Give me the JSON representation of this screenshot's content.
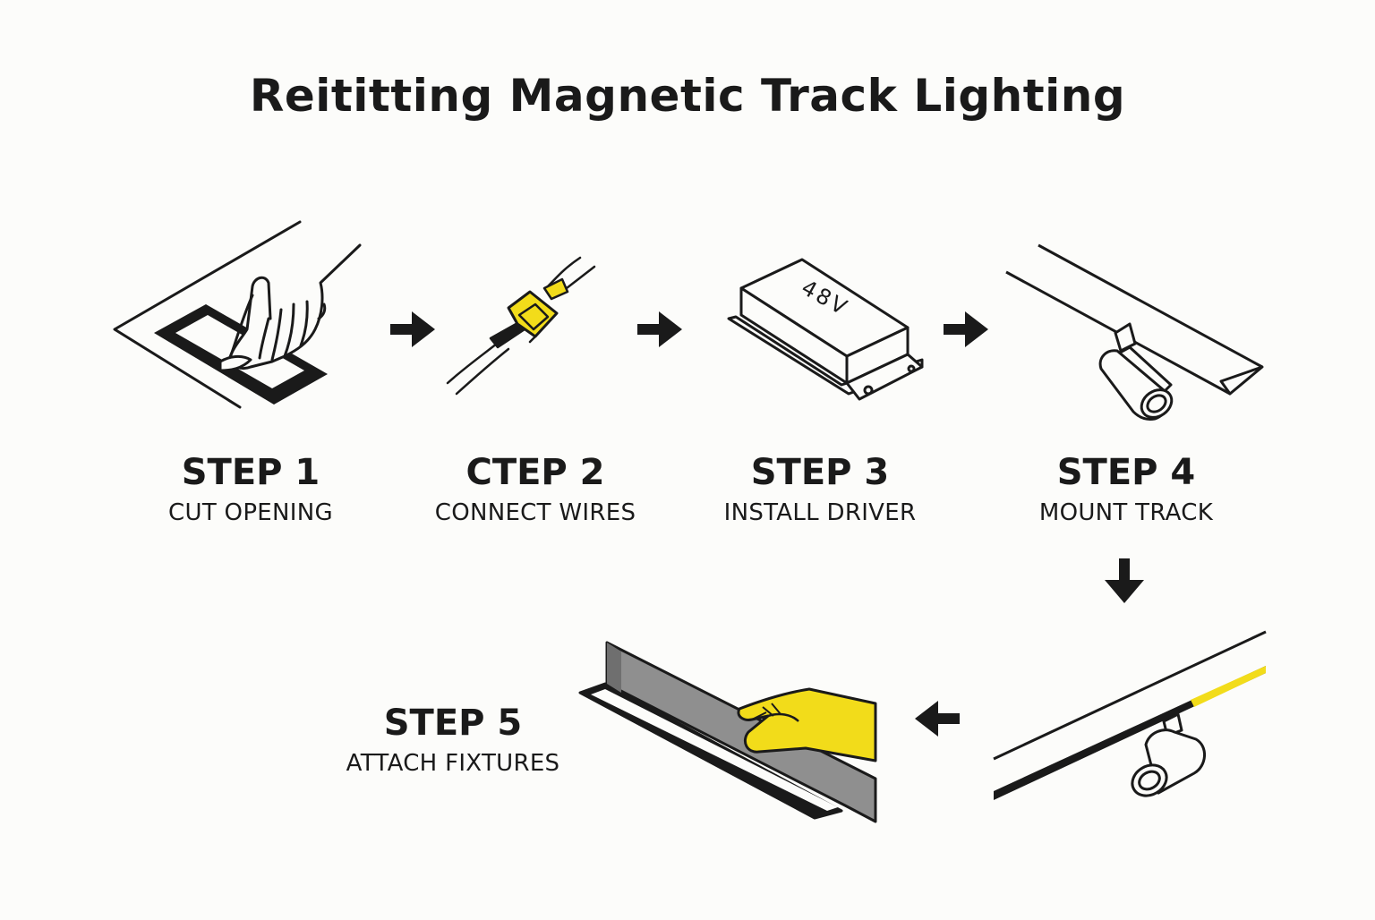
{
  "title": "Reititting Magnetic Track Lighting",
  "colors": {
    "ink": "#1a1a1a",
    "accent_yellow": "#f2dc1a",
    "panel_gray": "#8f8f8f",
    "background": "#fcfcfa"
  },
  "steps": [
    {
      "label": "STEP 1",
      "description": "CUT OPENING",
      "icon": "hand-cutting-ceiling-icon"
    },
    {
      "label": "CTEP 2",
      "description": "CONNECT WIRES",
      "icon": "wire-connector-icon"
    },
    {
      "label": "STEP 3",
      "description": "INSTALL DRIVER",
      "icon": "driver-box-icon",
      "icon_text": "48V"
    },
    {
      "label": "STEP 4",
      "description": "MOUNT TRACK",
      "icon": "track-spotlight-icon"
    },
    {
      "label": "STEP 5",
      "description": "ATTACH FIXTURES",
      "icon": "hand-attaching-panel-icon"
    }
  ],
  "flow_arrows": [
    "arrow-right-icon",
    "arrow-right-icon",
    "arrow-right-icon",
    "arrow-down-icon",
    "arrow-left-icon"
  ]
}
